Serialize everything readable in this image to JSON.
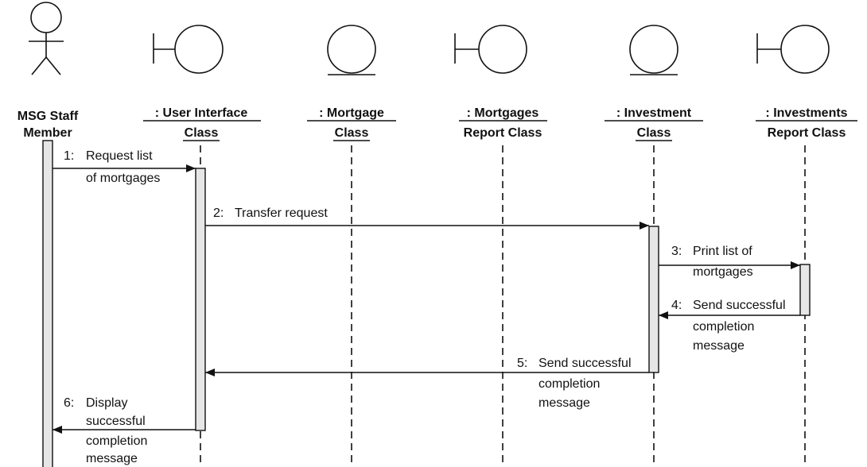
{
  "participants": [
    {
      "id": "actor",
      "kind": "actor",
      "line1": "MSG Staff",
      "line2": "Member",
      "underline": false
    },
    {
      "id": "ui",
      "kind": "boundary",
      "line1": ": User Interface",
      "line2": "Class",
      "underline": true
    },
    {
      "id": "mortgage",
      "kind": "entity",
      "line1": ": Mortgage",
      "line2": "Class",
      "underline": true
    },
    {
      "id": "mreport",
      "kind": "boundary",
      "line1": ": Mortgages",
      "line2": "Report Class",
      "underline": true
    },
    {
      "id": "investment",
      "kind": "entity",
      "line1": ": Investment",
      "line2": "Class",
      "underline": true
    },
    {
      "id": "ireport",
      "kind": "boundary",
      "line1": ": Investments",
      "line2": "Report Class",
      "underline": true
    }
  ],
  "messages": [
    {
      "id": "msg1",
      "num": "1:",
      "lines": [
        "Request list",
        "of mortgages"
      ],
      "from": "actor",
      "to": "ui"
    },
    {
      "id": "msg2",
      "num": "2:",
      "lines": [
        "Transfer request"
      ],
      "from": "ui",
      "to": "investment"
    },
    {
      "id": "msg3",
      "num": "3:",
      "lines": [
        "Print list of",
        "mortgages"
      ],
      "from": "investment",
      "to": "ireport"
    },
    {
      "id": "msg4",
      "num": "4:",
      "lines": [
        "Send successful",
        "completion",
        "message"
      ],
      "from": "ireport",
      "to": "investment"
    },
    {
      "id": "msg5",
      "num": "5:",
      "lines": [
        "Send successful",
        "completion",
        "message"
      ],
      "from": "investment",
      "to": "ui"
    },
    {
      "id": "msg6",
      "num": "6:",
      "lines": [
        "Display",
        "successful",
        "completion",
        "message"
      ],
      "from": "ui",
      "to": "actor"
    }
  ]
}
